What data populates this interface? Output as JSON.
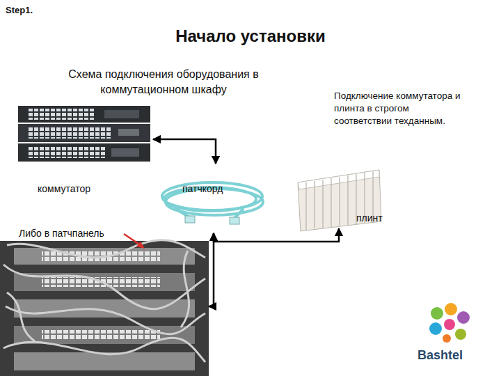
{
  "diagram": {
    "title": "Начало установки",
    "nodes": [
      {
        "text": [
          "коммутатор"
        ]
      },
      {
        "text": [
          "патчкорд"
        ]
      },
      {
        "text": [
          "плинт"
        ]
      },
      {
        "text": [
          "Либо в патчпанель"
        ]
      }
    ],
    "edges": [
      {
        "from": 0,
        "to": 1,
        "arrow": "both"
      },
      {
        "from": 1,
        "to": 2,
        "arrow": "both"
      },
      {
        "from": 1,
        "to": 3,
        "arrow": "both"
      }
    ],
    "labels": [
      "Step1.",
      "Схема подключения оборудования в коммутационном шкафу",
      "Подключение коммутатора и плинта в строгом соответствии техданным.",
      "Bashtel"
    ]
  }
}
